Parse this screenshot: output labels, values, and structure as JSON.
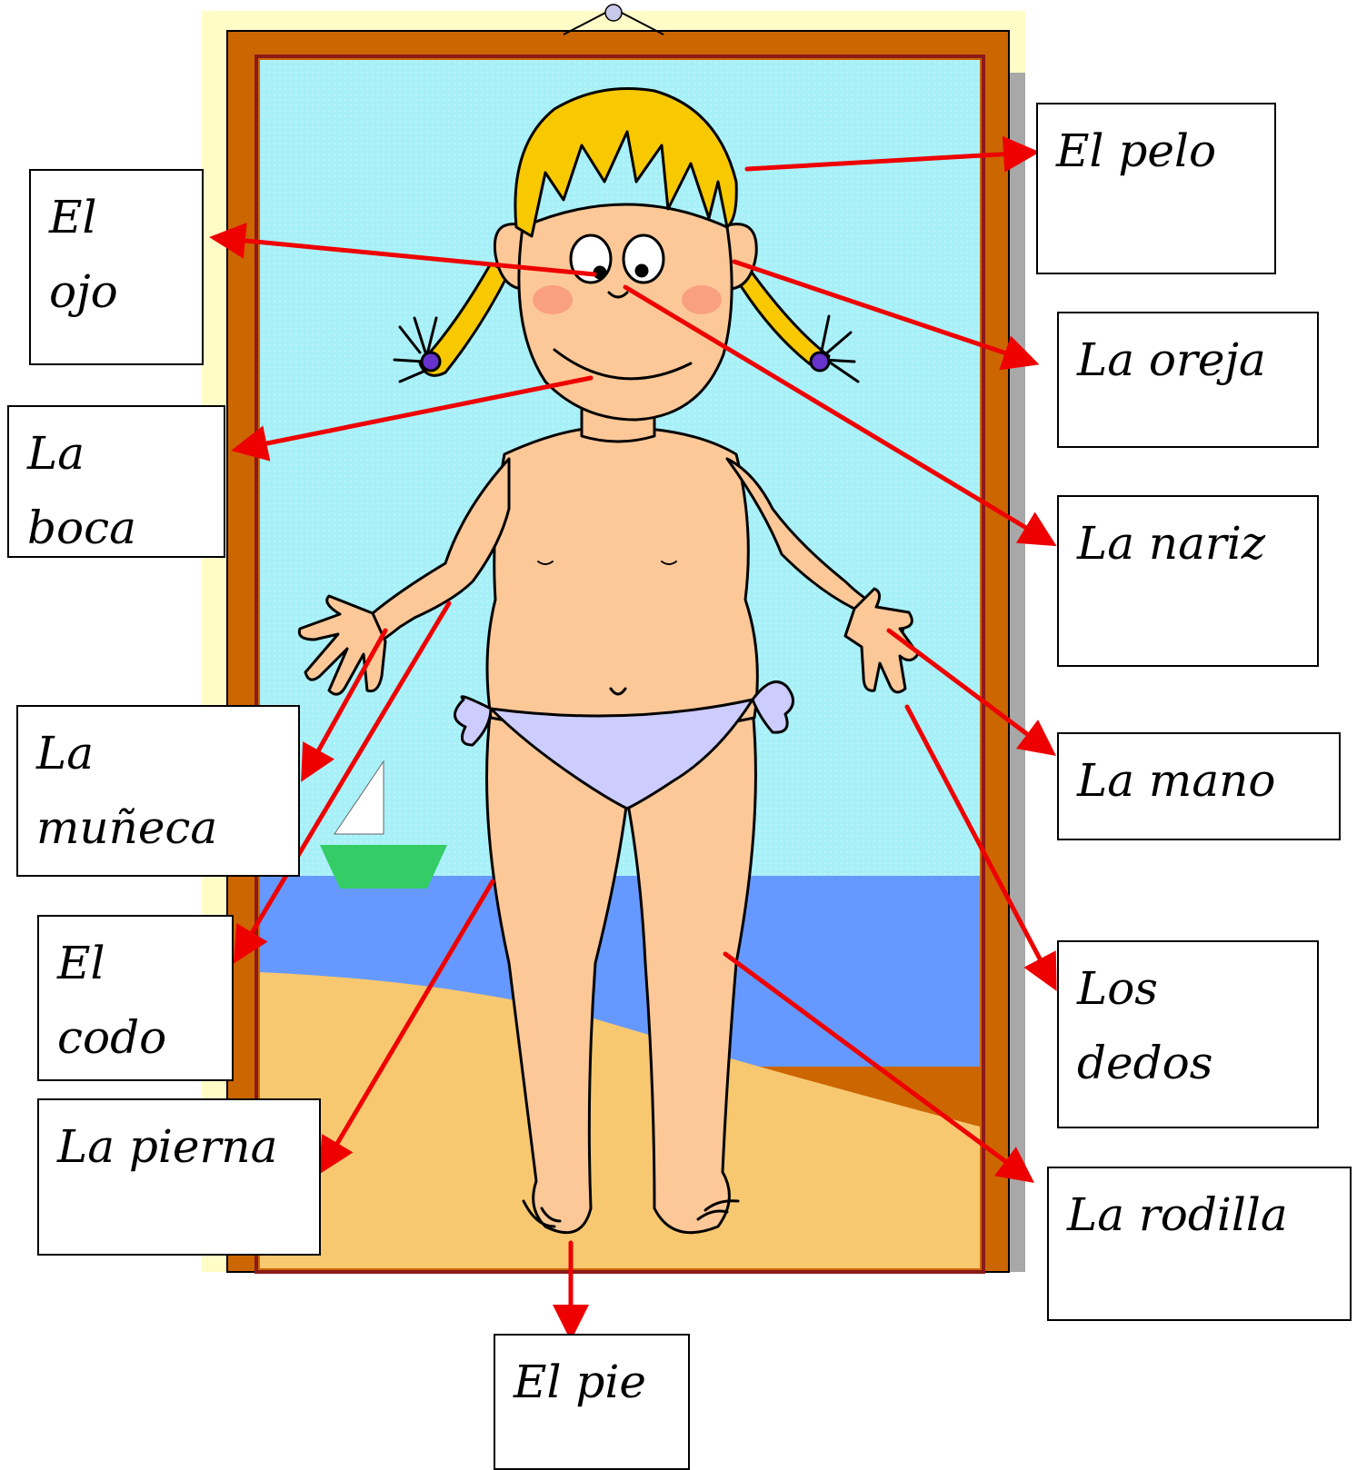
{
  "colors": {
    "frame_outer": "#fffcc8",
    "frame_wood": "#cc6600",
    "frame_inner_line": "#8b1a1a",
    "sky": "#a8f0f8",
    "sea": "#6699ff",
    "sand": "#f8c870",
    "skin": "#fdc898",
    "hair": "#f8c800",
    "hair_tie": "#6633cc",
    "bikini": "#ccccff",
    "boat_hull": "#33cc66",
    "boat_sail": "#ffffff",
    "arrow": "#ee0000"
  },
  "labels": [
    {
      "id": "pelo",
      "text": "El pelo"
    },
    {
      "id": "ojo",
      "text": "El\nojo"
    },
    {
      "id": "oreja",
      "text": "La oreja"
    },
    {
      "id": "boca",
      "text": "La\nboca"
    },
    {
      "id": "nariz",
      "text": "La nariz"
    },
    {
      "id": "muneca",
      "text": "La\nmuñeca"
    },
    {
      "id": "mano",
      "text": "La mano"
    },
    {
      "id": "codo",
      "text": "El\ncodo"
    },
    {
      "id": "dedos",
      "text": "Los\ndedos"
    },
    {
      "id": "pierna",
      "text": "La pierna"
    },
    {
      "id": "rodilla",
      "text": "La rodilla"
    },
    {
      "id": "pie",
      "text": "El pie"
    }
  ]
}
